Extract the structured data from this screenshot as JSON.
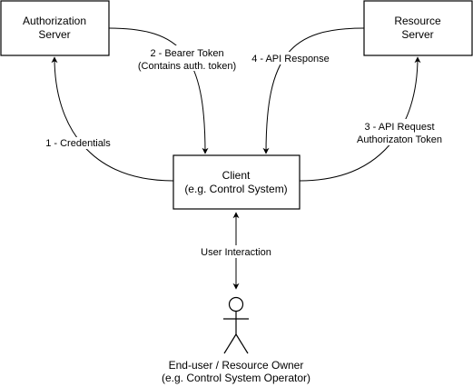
{
  "nodes": {
    "auth_server": {
      "line1": "Authorization",
      "line2": "Server"
    },
    "resource_server": {
      "line1": "Resource",
      "line2": "Server"
    },
    "client": {
      "line1": "Client",
      "line2": "(e.g. Control System)"
    },
    "end_user": {
      "line1": "End-user / Resource Owner",
      "line2": "(e.g. Control System Operator)"
    }
  },
  "edges": {
    "credentials": {
      "label": "1 - Credentials"
    },
    "bearer_token": {
      "line1": "2 - Bearer Token",
      "line2": "(Contains auth. token)"
    },
    "api_request": {
      "line1": "3 - API Request",
      "line2": "Authorizaton Token"
    },
    "api_response": {
      "label": "4 - API Response"
    },
    "user_interaction": {
      "label": "User Interaction"
    }
  }
}
